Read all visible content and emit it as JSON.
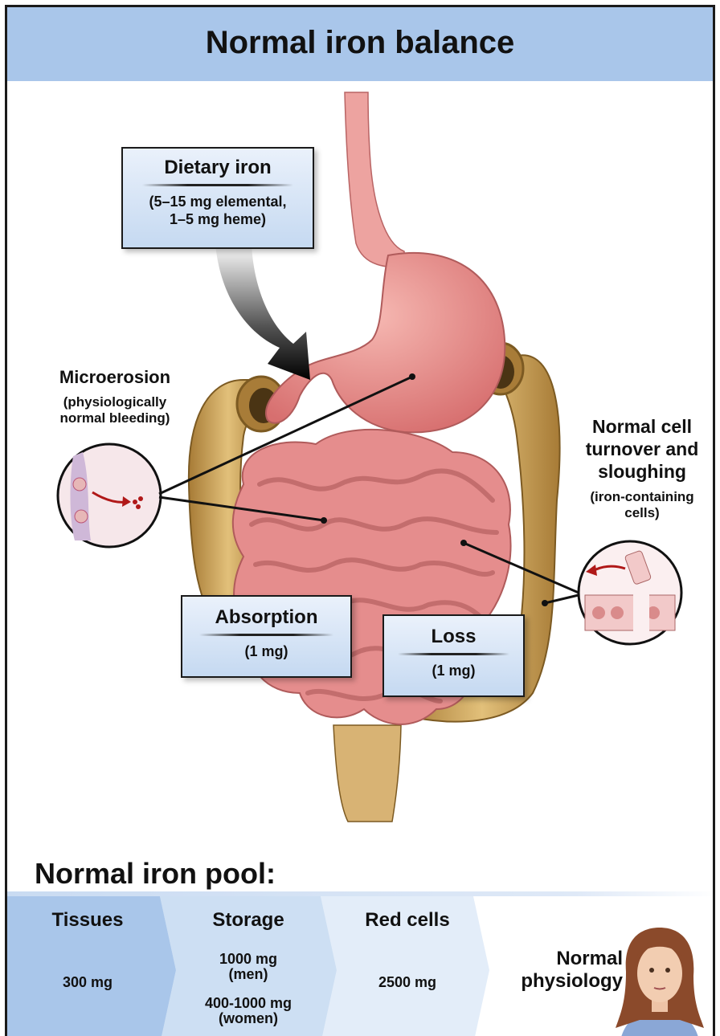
{
  "title": "Normal iron balance",
  "dietary": {
    "heading": "Dietary iron",
    "line1": "(5–15 mg elemental,",
    "line2": "1–5 mg heme)"
  },
  "microerosion": {
    "heading": "Microerosion",
    "line1": "(physiologically",
    "line2": "normal bleeding)"
  },
  "turnover": {
    "line1": "Normal cell",
    "line2": "turnover and",
    "line3": "sloughing",
    "sub1": "(iron-containing",
    "sub2": "cells)"
  },
  "absorption": {
    "heading": "Absorption",
    "value": "(1 mg)"
  },
  "loss": {
    "heading": "Loss",
    "value": "(1 mg)"
  },
  "pool": {
    "title": "Normal iron pool:",
    "tissues": {
      "name": "Tissues",
      "value": "300 mg"
    },
    "storage": {
      "name": "Storage",
      "men_value": "1000 mg",
      "men_label": "(men)",
      "women_value": "400-1000 mg",
      "women_label": "(women)"
    },
    "red_cells": {
      "name": "Red cells",
      "value": "2500 mg"
    },
    "physiology": {
      "line1": "Normal",
      "line2": "physiology"
    }
  },
  "colors": {
    "title_band": "#a9c6ea",
    "callout_top": "#eaf1fb",
    "callout_bottom": "#c5d9f1",
    "intestine": "#e58d8d",
    "colon": "#cda45a"
  }
}
